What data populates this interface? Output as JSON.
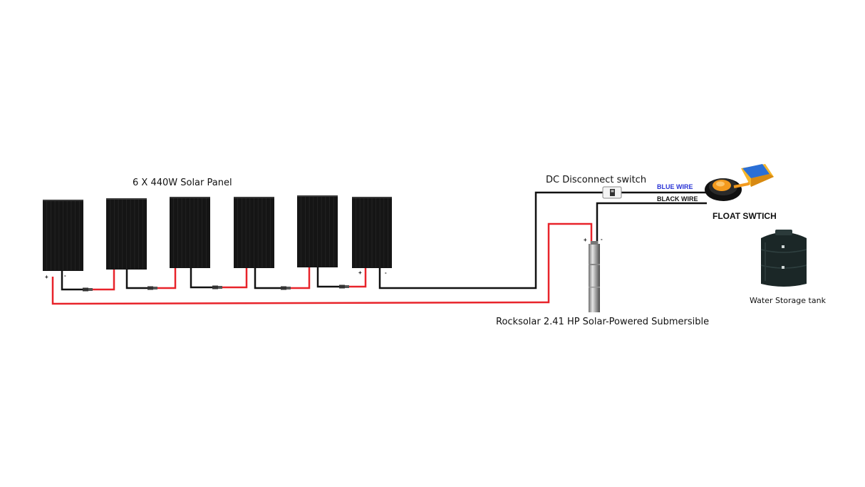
{
  "labels": {
    "solar_array": "6 X 440W Solar Panel",
    "dc_switch": "DC Disconnect switch",
    "blue_wire": "BLUE WIRE",
    "black_wire": "BLACK WIRE",
    "float_switch": "FLOAT SWTICH",
    "water_tank": "Water Storage tank",
    "pump": "Rocksolar 2.41 HP Solar-Powered Submersible"
  },
  "terminals": {
    "plus": "+",
    "minus": "-"
  },
  "colors": {
    "positive_wire": "#e8232a",
    "negative_wire": "#111111",
    "blue_wire_text": "#2a34d6",
    "panel": "#151515",
    "float_body": "#f39a1e",
    "float_blue": "#2a6fd6",
    "tank": "#1c2a2a"
  },
  "solar_panel_count": 6
}
